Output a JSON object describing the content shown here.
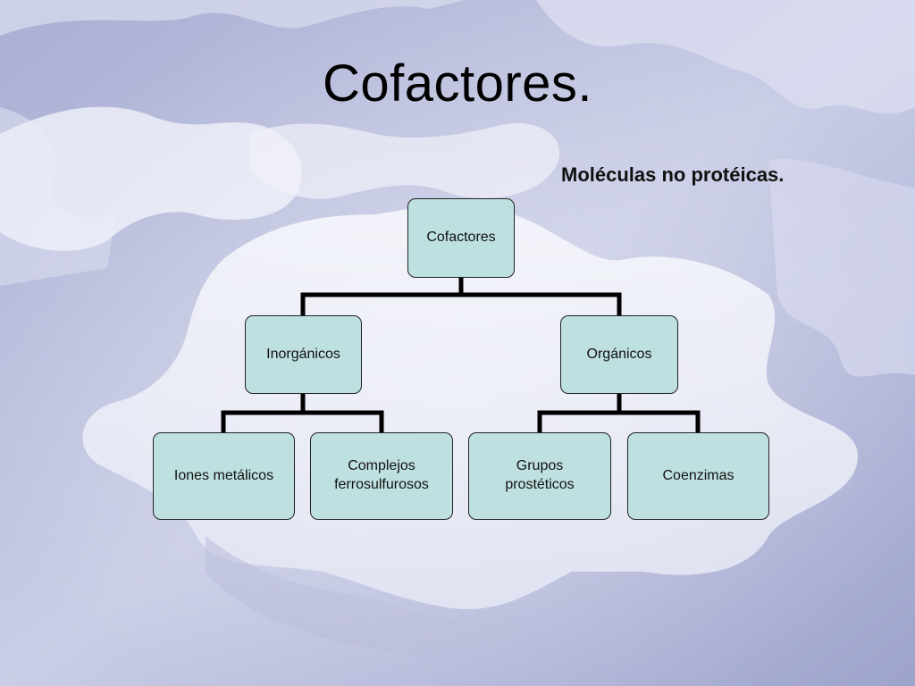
{
  "slide": {
    "title": "Cofactores.",
    "subtitle": "Moléculas no protéicas."
  },
  "diagram": {
    "root": "Cofactores",
    "level1": [
      "Inorgánicos",
      "Orgánicos"
    ],
    "level2": [
      "Iones metálicos",
      "Complejos\nferrosulfurosos",
      "Grupos\nprostéticos",
      "Coenzimas"
    ]
  },
  "colors": {
    "node_fill": "#bfe0e0",
    "connector": "#000000",
    "background": "#b9bedc"
  }
}
